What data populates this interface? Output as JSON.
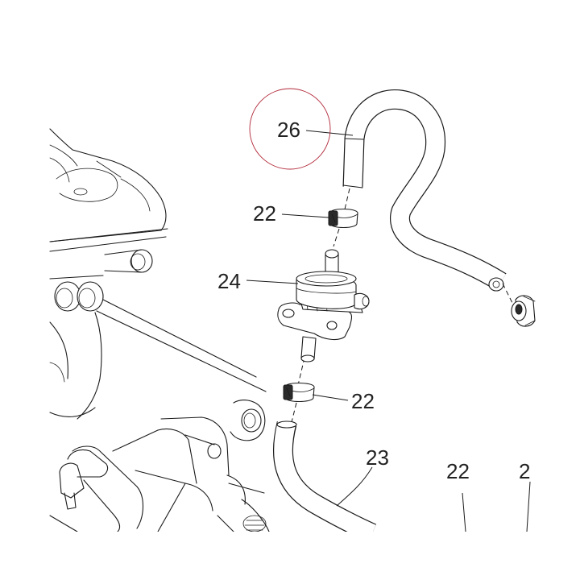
{
  "callouts": [
    {
      "id": "26"
    },
    {
      "id": "22"
    },
    {
      "id": "24"
    },
    {
      "id": "22"
    },
    {
      "id": "23"
    },
    {
      "id": "22"
    },
    {
      "id": "2"
    }
  ],
  "highlight_color": "#b22a3a"
}
